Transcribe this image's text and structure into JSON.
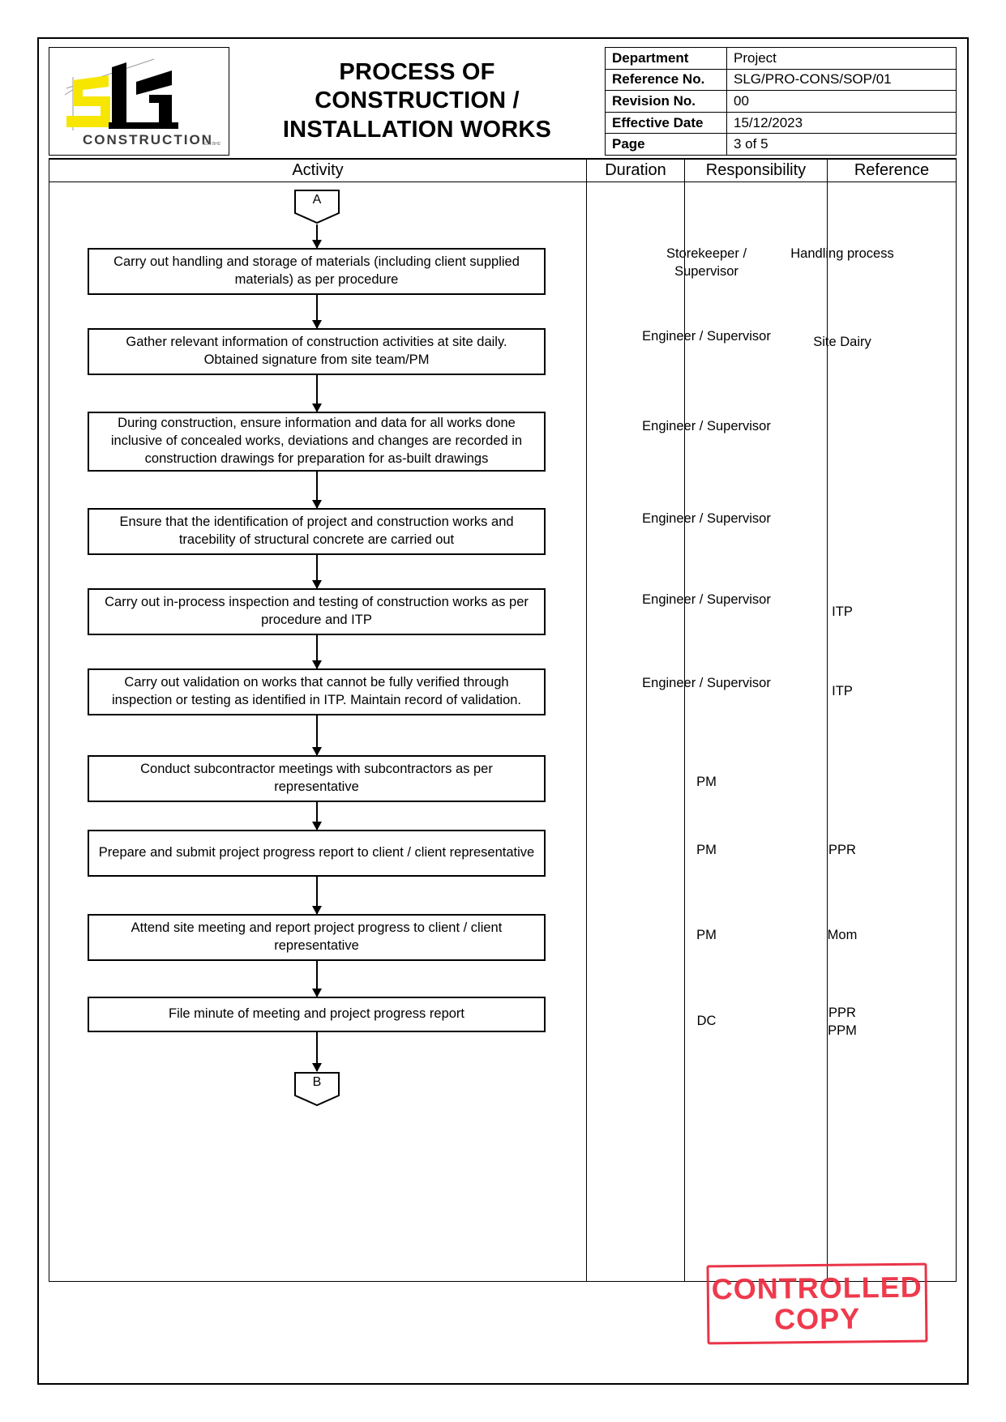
{
  "document": {
    "title": "PROCESS OF CONSTRUCTION / INSTALLATION WORKS",
    "title_line1": "PROCESS OF",
    "title_line2": "CONSTRUCTION /",
    "title_line3": "INSTALLATION WORKS",
    "logo_text": "SLG",
    "logo_subtext": "CONSTRUCTION",
    "logo_colors": {
      "yellow": "#F7E600",
      "black": "#000000"
    }
  },
  "meta": {
    "rows": [
      {
        "key": "Department",
        "value": "Project"
      },
      {
        "key": "Reference No.",
        "value": "SLG/PRO-CONS/SOP/01"
      },
      {
        "key": "Revision No.",
        "value": "00"
      },
      {
        "key": "Effective Date",
        "value": "15/12/2023"
      },
      {
        "key": "Page",
        "value": "3 of 5"
      }
    ]
  },
  "columns": {
    "activity": "Activity",
    "duration": "Duration",
    "responsibility": "Responsibility",
    "reference": "Reference"
  },
  "flow": {
    "start_connector": "A",
    "end_connector": "B",
    "steps": [
      {
        "activity": "Carry out handling and storage of materials (including client supplied materials) as per procedure",
        "duration": "",
        "responsibility": "Storekeeper / Supervisor",
        "reference": "Handling process"
      },
      {
        "activity": "Gather relevant information of construction activities at site daily. Obtained signature from site team/PM",
        "duration": "",
        "responsibility": "Engineer / Supervisor",
        "reference": "Site Dairy"
      },
      {
        "activity": "During construction, ensure information and data for all works done inclusive of concealed works, deviations and  changes are recorded in construction drawings for preparation for as-built drawings",
        "duration": "",
        "responsibility": "Engineer / Supervisor",
        "reference": ""
      },
      {
        "activity": "Ensure that the identification of project and construction works and tracebility of structural concrete are carried out",
        "duration": "",
        "responsibility": "Engineer / Supervisor",
        "reference": ""
      },
      {
        "activity": "Carry out in-process inspection and testing of construction works as per procedure and ITP",
        "duration": "",
        "responsibility": "Engineer / Supervisor",
        "reference": "ITP"
      },
      {
        "activity": "Carry out validation on works that cannot be fully verified through inspection or testing as identified in ITP. Maintain record of validation.",
        "duration": "",
        "responsibility": "Engineer / Supervisor",
        "reference": "ITP"
      },
      {
        "activity": "Conduct subcontractor meetings with subcontractors as per representative",
        "duration": "",
        "responsibility": "PM",
        "reference": ""
      },
      {
        "activity": "Prepare and submit project progress report to client / client representative",
        "duration": "",
        "responsibility": "PM",
        "reference": "PPR"
      },
      {
        "activity": "Attend site meeting and report project progress to client / client representative",
        "duration": "",
        "responsibility": "PM",
        "reference": "Mom"
      },
      {
        "activity": "File minute of meeting and project progress report",
        "duration": "",
        "responsibility": "DC",
        "reference": "PPR PPM"
      }
    ]
  },
  "stamp": {
    "line1": "CONTROLLED",
    "line2": "COPY",
    "color": "#ED2A3E"
  }
}
